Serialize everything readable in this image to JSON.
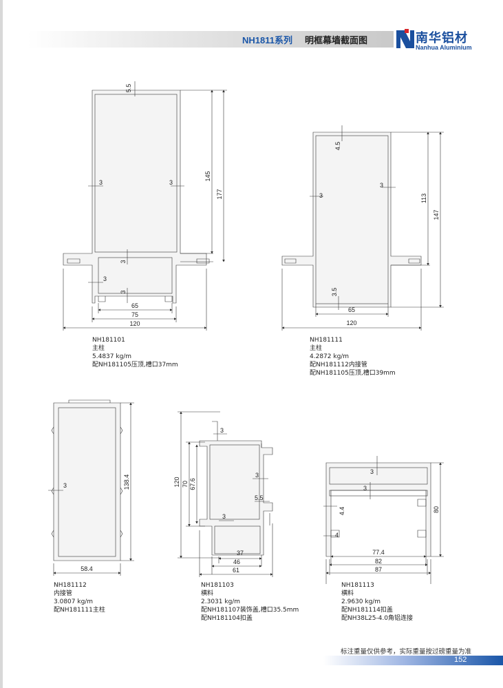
{
  "header": {
    "series": "NH1811系列",
    "section_title": "明框幕墙截面图"
  },
  "logo": {
    "icon": "nanhua-logo-icon",
    "cn_name": "南华铝材",
    "en_name": "Nanhua Aluminium",
    "brand_color": "#1a4f9e"
  },
  "profiles": [
    {
      "code": "NH181101",
      "type": "主柱",
      "weight": "5.4837 kg/m",
      "note": "配NH181105压顶,槽口37mm",
      "dimensions": [
        "5.5",
        "145",
        "177",
        "3",
        "3",
        "3",
        "3",
        "3",
        "65",
        "75",
        "120"
      ]
    },
    {
      "code": "NH181111",
      "type": "主柱",
      "weight": "4.2872 kg/m",
      "note": "配NH181112内接管",
      "note2": "配NH181105压顶,槽口39mm",
      "dimensions": [
        "4.5",
        "113",
        "147",
        "3",
        "3",
        "3.5",
        "65",
        "120"
      ]
    },
    {
      "code": "NH181112",
      "type": "内接管",
      "weight": "3.0807 kg/m",
      "note": "配NH181111主柱",
      "dimensions": [
        "3",
        "138.4",
        "58.4"
      ]
    },
    {
      "code": "NH181103",
      "type": "横料",
      "weight": "2.3031 kg/m",
      "note": "配NH181107装饰盖,槽口35.5mm",
      "note2": "配NH181104扣盖",
      "dimensions": [
        "3",
        "120",
        "70",
        "67.6",
        "3",
        "5.5",
        "3",
        "37",
        "46",
        "61"
      ]
    },
    {
      "code": "NH181113",
      "type": "横料",
      "weight": "2.9630 kg/m",
      "note": "配NH181114扣盖",
      "note2": "配NH38L25-4.0角铝连接",
      "dimensions": [
        "3",
        "3",
        "80",
        "4.4",
        "4",
        "77.4",
        "82",
        "87"
      ]
    }
  ],
  "footer": {
    "disclaimer": "标注重量仅供参考，实际重量按过磅重量为准",
    "page_number": "152",
    "accent_color": "#1a56a8"
  }
}
